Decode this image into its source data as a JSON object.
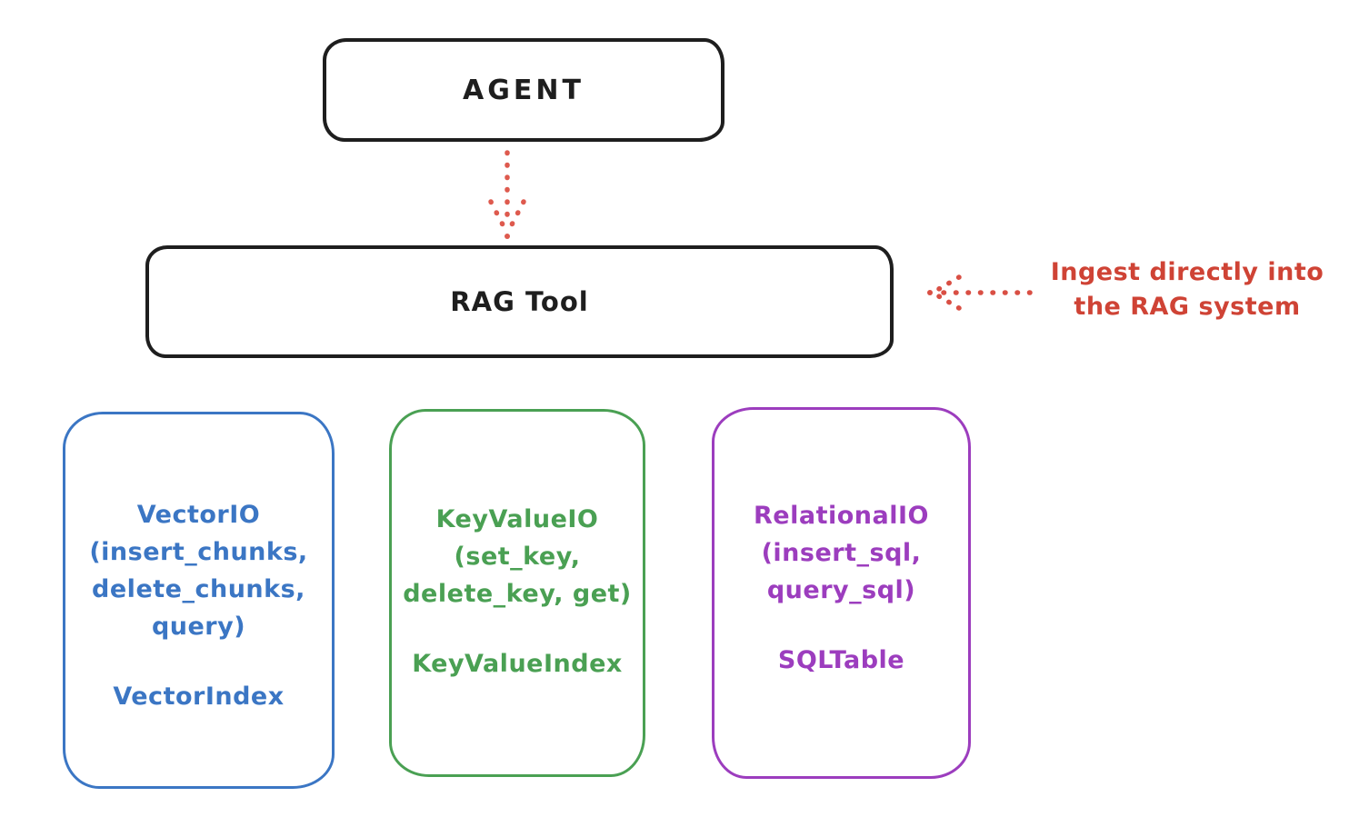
{
  "canvas": {
    "background": "#ffffff",
    "stroke_black": "#1e1e1e"
  },
  "agent_box": {
    "label": "AGENT",
    "stroke": "#1e1e1e"
  },
  "rag_tool_box": {
    "label": "RAG Tool",
    "stroke": "#1e1e1e"
  },
  "flow_arrow": {
    "color": "#de5a4e",
    "style": "dotted",
    "direction": "down",
    "from": "agent_box",
    "to": "rag_tool_box"
  },
  "annotation": {
    "text_line1": "Ingest directly into",
    "text_line2": "the RAG system",
    "color": "#cf4335",
    "arrow_color": "#d94f44",
    "arrow_style": "dotted",
    "arrow_direction": "left",
    "points_to": "rag_tool_box"
  },
  "io_boxes": [
    {
      "id": "vector-io",
      "color": "#3b76c4",
      "lines": [
        "VectorIO",
        "(insert_chunks,",
        "delete_chunks,",
        "query)"
      ],
      "index_label": "VectorIndex"
    },
    {
      "id": "keyvalue-io",
      "color": "#4aa053",
      "lines": [
        "KeyValueIO",
        "(set_key,",
        "delete_key, get)"
      ],
      "index_label": "KeyValueIndex"
    },
    {
      "id": "relational-io",
      "color": "#9c3dbe",
      "lines": [
        "RelationalIO",
        "(insert_sql,",
        "query_sql)"
      ],
      "index_label": "SQLTable"
    }
  ]
}
